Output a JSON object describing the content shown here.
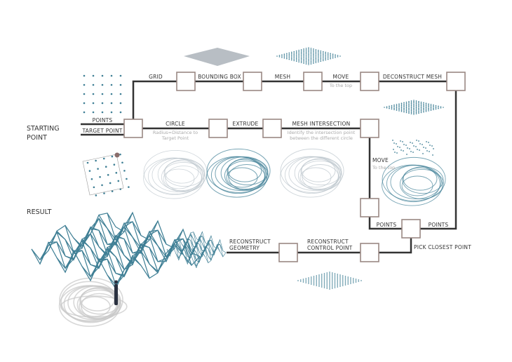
{
  "title": {
    "starting": [
      "STARTING",
      "POINT"
    ],
    "result": "RESULT"
  },
  "inputs": {
    "points": "POINTS",
    "target_point": "TARGET POINT"
  },
  "steps": {
    "grid": "GRID",
    "bounding_box": "BOUNDING BOX",
    "mesh": "MESH",
    "move_top": {
      "label": "MOVE",
      "sub": "To the top"
    },
    "deconstruct_mesh": "DECONSTRUCT MESH",
    "circle": {
      "label": "CIRCLE",
      "sub": [
        "Radius=Distance to",
        "Target Point"
      ]
    },
    "extrude": "EXTRUDE",
    "mesh_intersection": {
      "label": "MESH INTERSECTION",
      "sub": [
        "Identify the intersection point",
        "between the different circle"
      ]
    },
    "move_down": {
      "label": "MOVE",
      "sub": "To the top"
    },
    "points_left": "POINTS",
    "points_right": "POINTS",
    "pick_closest_point": "PICK CLOSEST POINT",
    "reconstruct_control_point": [
      "RECONSTRUCT",
      "CONTROL POINT"
    ],
    "reconstruct_geometry": [
      "RECONSTRUCT",
      "GEOMETRY"
    ]
  },
  "colors": {
    "line": "#333333",
    "box": "#9a8884",
    "mesh": "#3f7f95",
    "plane": "#b8bec4",
    "circle": "#b9c3cb"
  }
}
